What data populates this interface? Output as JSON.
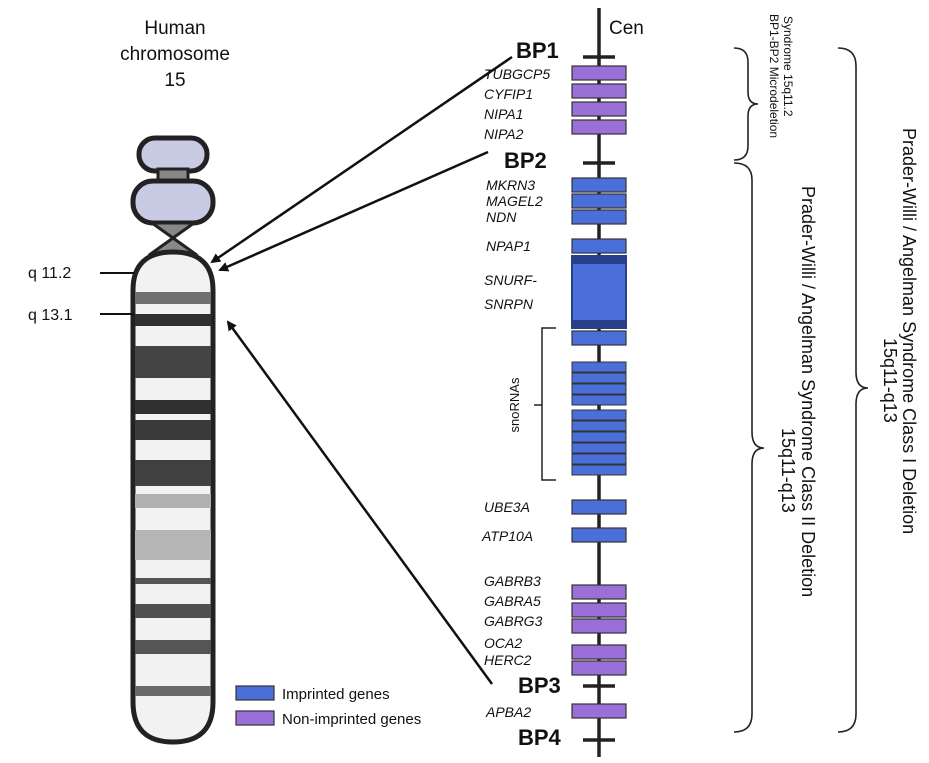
{
  "chromosome": {
    "title_lines": [
      "Human",
      "chromosome",
      "15"
    ],
    "band_labels": [
      "q 11.2",
      "q 13.1"
    ]
  },
  "breakpoints": [
    "BP1",
    "BP2",
    "BP3",
    "BP4"
  ],
  "centromere_label": "Cen",
  "genes": {
    "bp1_bp2": [
      "TUBGCP5",
      "CYFIP1",
      "NIPA1",
      "NIPA2"
    ],
    "imprinted_upper": [
      "MKRN3",
      "MAGEL2",
      "NDN"
    ],
    "npap1": "NPAP1",
    "snurf_lines": [
      "SNURF-",
      "SNRPN"
    ],
    "snornas": "snoRNAs",
    "ube3a": "UBE3A",
    "atp10a": "ATP10A",
    "gabr": [
      "GABRB3",
      "GABRA5",
      "GABRG3"
    ],
    "oca_herc": [
      "OCA2",
      "HERC2"
    ],
    "apba2": "APBA2"
  },
  "legend": {
    "imprinted": "Imprinted genes",
    "non_imprinted": "Non-imprinted genes",
    "imprinted_color": "#4a6fd8",
    "non_imprinted_color": "#9b6fd8"
  },
  "regions": {
    "microdeletion_lines": [
      "BP1-BP2 Microdeletion",
      "Syndrome 15q11.2"
    ],
    "class2_lines": [
      "Prader-Willi / Angelman Syndrome Class II Deletion",
      "15q11-q13"
    ],
    "class1_lines": [
      "Prader-Willi / Angelman Syndrome Class I Deletion",
      "15q11-q13"
    ]
  }
}
